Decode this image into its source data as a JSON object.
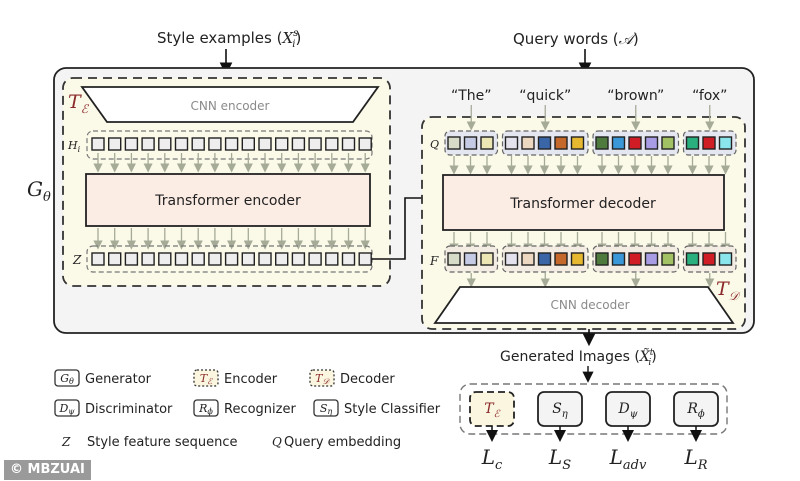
{
  "inputs": {
    "style_examples": "Style examples (",
    "style_examples_sym": "X",
    "style_examples_sup": "s",
    "style_examples_sub": "i",
    "query_words": "Query words (",
    "query_words_sym": "𝒜"
  },
  "generator": {
    "symbol": "G",
    "subscript": "θ"
  },
  "encoder": {
    "symbol": "T",
    "subscript": "ℰ",
    "cnn_label": "CNN encoder",
    "transformer_label": "Transformer encoder",
    "h_label": "H",
    "h_sub": "i",
    "z_label": "Z",
    "token_count": 17
  },
  "decoder": {
    "symbol": "T",
    "subscript": "𝒟",
    "cnn_label": "CNN decoder",
    "transformer_label": "Transformer decoder",
    "q_label": "Q",
    "f_label": "F",
    "words": [
      {
        "text": "“The”",
        "colors": [
          "#d6dcc8",
          "#c5cbe4",
          "#ece6b4"
        ]
      },
      {
        "text": "“quick”",
        "colors": [
          "#e4e2ec",
          "#ecd8c0",
          "#3a66a8",
          "#c4682c",
          "#e6b830"
        ]
      },
      {
        "text": "“brown”",
        "colors": [
          "#4e7a3e",
          "#3a98d8",
          "#d01c24",
          "#a89ce4",
          "#a2c064"
        ]
      },
      {
        "text": "“fox”",
        "colors": [
          "#2ab07e",
          "#d01c24",
          "#8ae6ec"
        ]
      }
    ]
  },
  "output": {
    "generated_images": "Generated Images (",
    "generated_sym": "X̃",
    "generated_sup": "t",
    "generated_sub": "i"
  },
  "losses": [
    {
      "module": "T",
      "module_sub": "ℰ",
      "loss": "L",
      "loss_sub": "c",
      "style": "encoder"
    },
    {
      "module": "S",
      "module_sub": "η",
      "loss": "L",
      "loss_sub": "S",
      "style": "solid"
    },
    {
      "module": "D",
      "module_sub": "ψ",
      "loss": "L",
      "loss_sub": "adv",
      "style": "solid"
    },
    {
      "module": "R",
      "module_sub": "ϕ",
      "loss": "L",
      "loss_sub": "R",
      "style": "solid"
    }
  ],
  "legend": {
    "row1": [
      {
        "sym": "G",
        "sub": "θ",
        "label": "Generator",
        "box": "solid"
      },
      {
        "sym": "T",
        "sub": "ℰ",
        "label": "Encoder",
        "box": "dotted"
      },
      {
        "sym": "T",
        "sub": "𝒟",
        "label": "Decoder",
        "box": "dotted"
      }
    ],
    "row2": [
      {
        "sym": "D",
        "sub": "ψ",
        "label": "Discriminator",
        "box": "solid"
      },
      {
        "sym": "R",
        "sub": "ϕ",
        "label": "Recognizer",
        "box": "solid"
      },
      {
        "sym": "S",
        "sub": "η",
        "label": "Style Classifier",
        "box": "solid"
      }
    ],
    "row3": [
      {
        "sym": "Z",
        "label": "Style feature sequence"
      },
      {
        "sym": "Q",
        "label": "Query embedding"
      }
    ]
  },
  "watermark": "© MBZUAI",
  "colors": {
    "generator_bg": "#f4f4f4",
    "module_bg": "#fbf9e8",
    "transformer_bg": "#fbece4",
    "token_group_bg": "#e4e6f0",
    "arrow_gray": "#a6ab98",
    "symbol_red": "#8b2a2a"
  }
}
